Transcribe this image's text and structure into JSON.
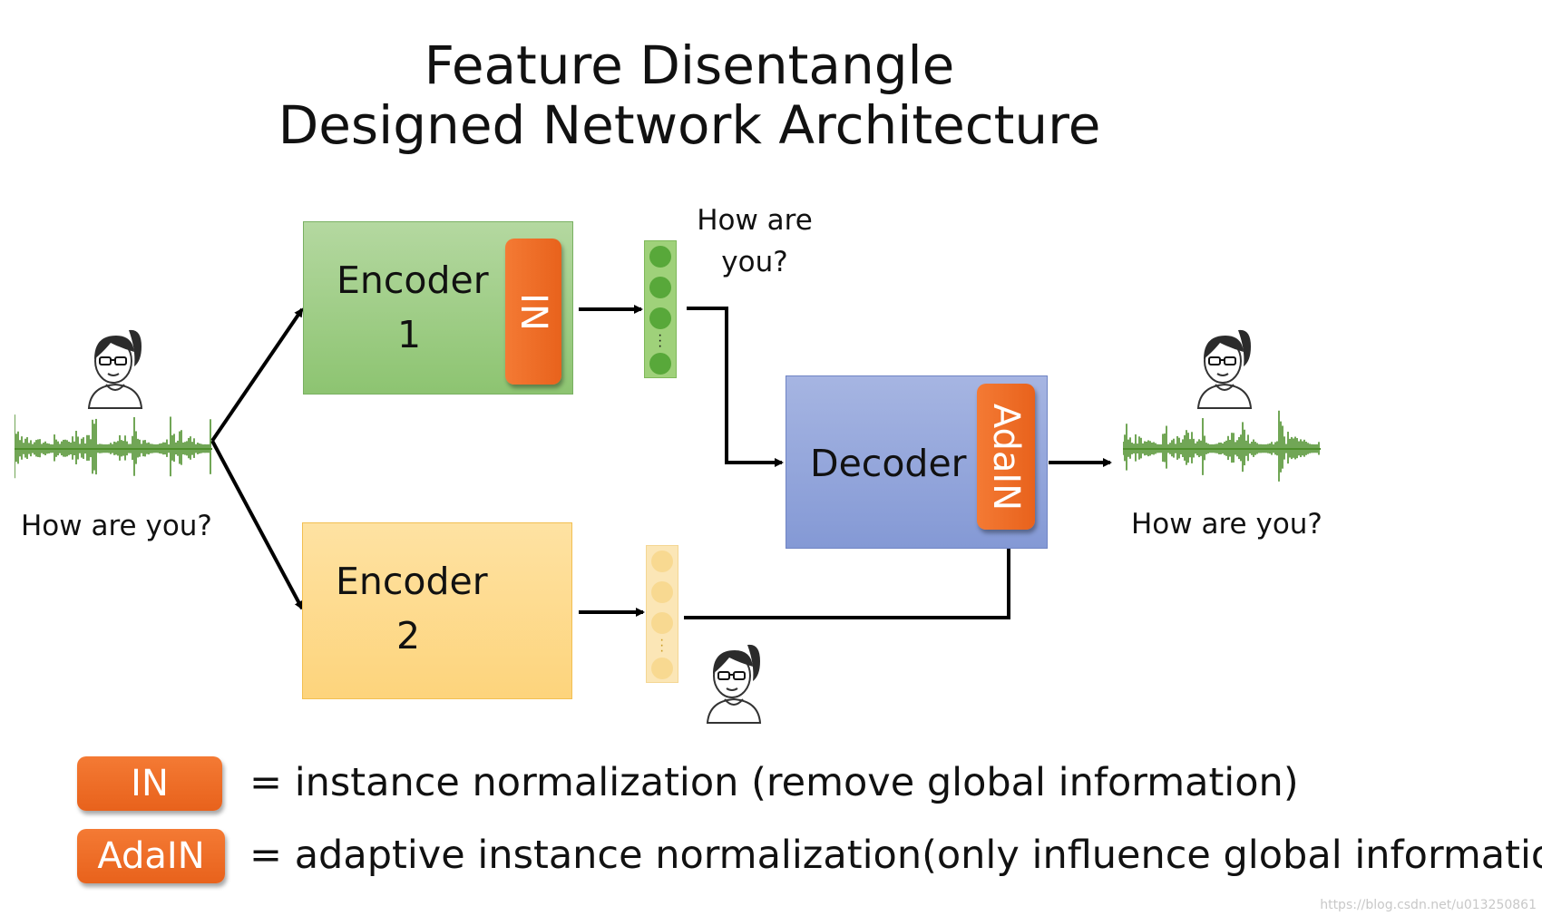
{
  "title": {
    "line1": "Feature Disentangle",
    "line2": "Designed Network Architecture"
  },
  "input_caption": "How are you?",
  "output_caption": "How are you?",
  "content_caption": "How are\nyou?",
  "encoder1": {
    "label": "Encoder\n1",
    "pill": "IN"
  },
  "encoder2": {
    "label": "Encoder\n2"
  },
  "decoder": {
    "label": "Decoder",
    "pill": "AdaIN"
  },
  "legend": [
    {
      "badge": "IN",
      "text": "= instance normalization  (remove global information)"
    },
    {
      "badge": "AdaIN",
      "text": "= adaptive instance normalization(only influence global information)"
    }
  ],
  "watermark": "https://blog.csdn.net/u013250861",
  "colors": {
    "encoder1": "#9fce84",
    "encoder2": "#fdd888",
    "decoder": "#94a7db",
    "norm_badge": "#ee6d27",
    "waveform": "#4e8f2c"
  },
  "icons": [
    "person-icon",
    "waveform-icon"
  ]
}
